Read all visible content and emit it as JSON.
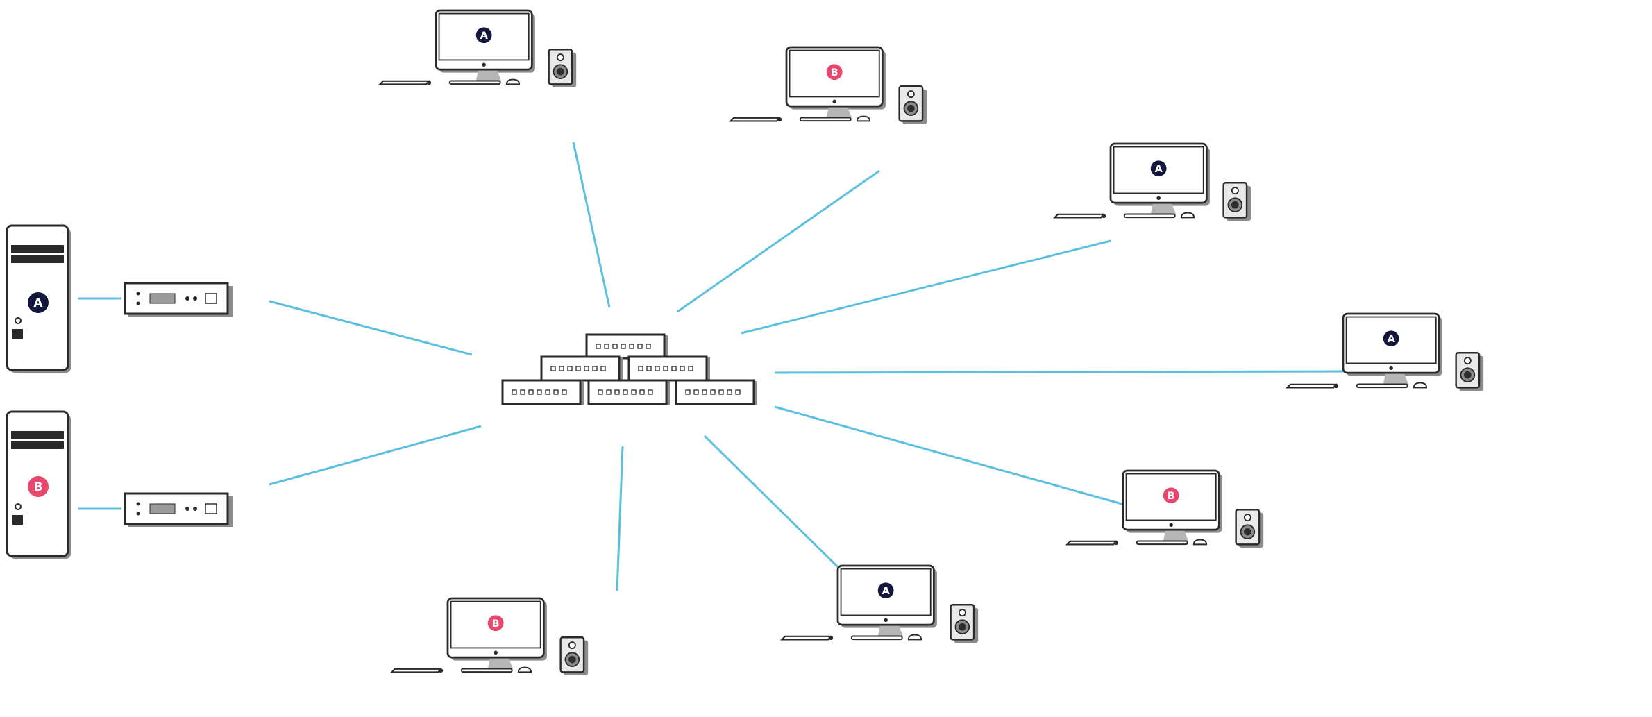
{
  "colors": {
    "link": "#5bc0de",
    "badge_a": "#13173d",
    "badge_b": "#e8466c",
    "outline": "#2a2a2a",
    "shadow": "#8c8c8c",
    "stand": "#b5b5b5"
  },
  "icons": {
    "source": "tower-pc-icon",
    "transmitter": "kvm-transmitter-icon",
    "hub": "network-switch-stack-icon",
    "station": "desktop-workstation-icon"
  },
  "sources": [
    {
      "id": "source-a",
      "label": "A",
      "color": "#13173d"
    },
    {
      "id": "source-b",
      "label": "B",
      "color": "#e8466c"
    }
  ],
  "stations": [
    {
      "id": "station-1",
      "label": "A",
      "color": "#13173d"
    },
    {
      "id": "station-2",
      "label": "B",
      "color": "#e8466c"
    },
    {
      "id": "station-3",
      "label": "A",
      "color": "#13173d"
    },
    {
      "id": "station-4",
      "label": "A",
      "color": "#13173d"
    },
    {
      "id": "station-5",
      "label": "B",
      "color": "#e8466c"
    },
    {
      "id": "station-6",
      "label": "A",
      "color": "#13173d"
    },
    {
      "id": "station-7",
      "label": "B",
      "color": "#e8466c"
    }
  ]
}
